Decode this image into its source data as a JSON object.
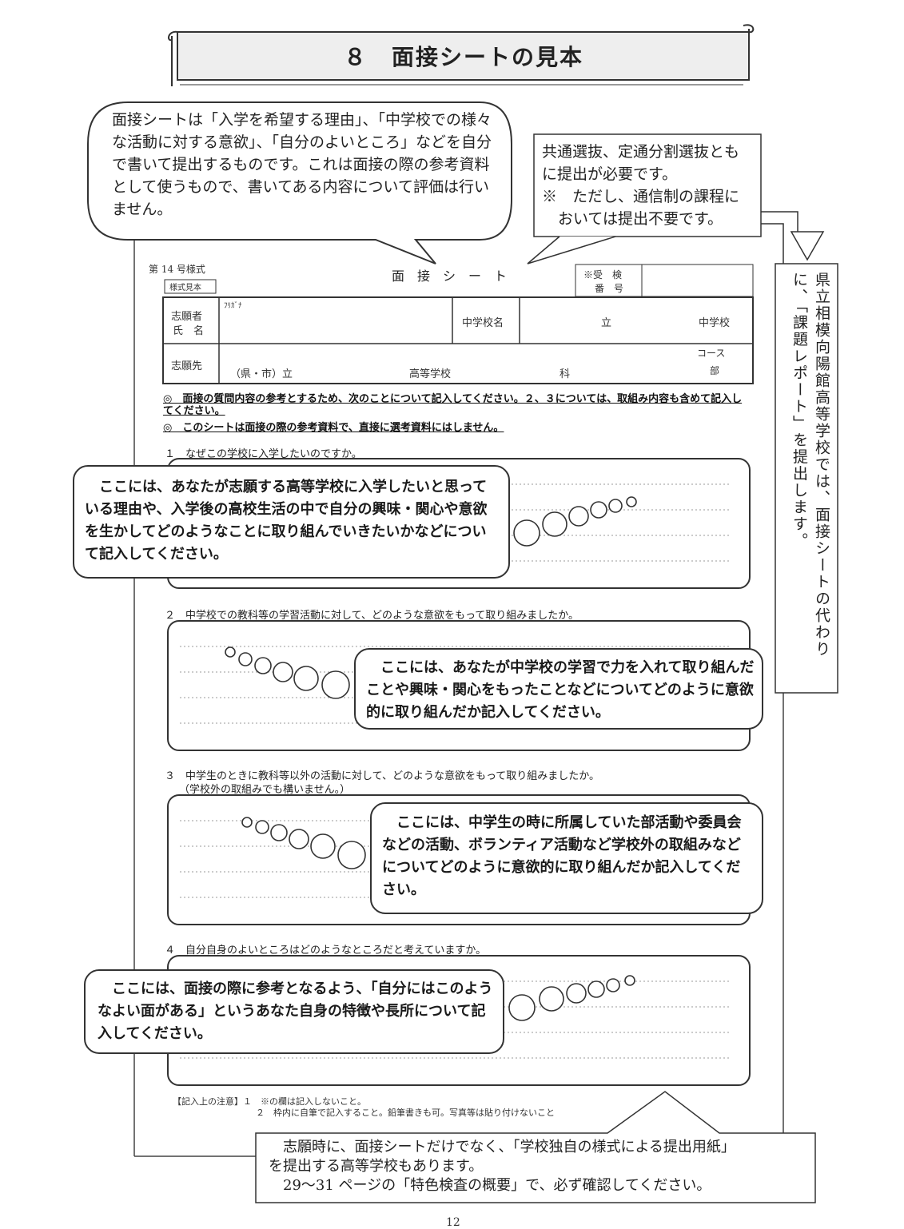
{
  "title": "８　面接シートの見本",
  "intro_bubble": "面接シートは「入学を希望する理由」、「中学校での様々な活動に対する意欲」、「自分のよいところ」などを自分で書いて提出するものです。これは面接の際の参考資料として使うもので、書いてある内容について評価は行いません。",
  "common_box": {
    "line1": "共通選抜、定通分割選抜とも",
    "line2": "に提出が必要です。",
    "line3": "※　ただし、通信制の課程に",
    "line4": "おいては提出不要です。"
  },
  "side_note": "県立相模向陽館高等学校では、面接シートの代わりに、「課題レポート」を提出します。",
  "form": {
    "form_number": "第 14 号様式",
    "sample_label": "様式見本",
    "sheet_title": "面　接　シ　ー　ト",
    "exam_label_1": "※受　検",
    "exam_label_2": "番　号",
    "applicant_label_1": "志願者",
    "applicant_label_2": "氏　名",
    "furigana": "ﾌﾘｶﾞﾅ",
    "school_name_label": "中学校名",
    "ritsu": "立",
    "chugakko": "中学校",
    "destination_label": "志願先",
    "prefecture": "（県・市）立",
    "high_school": "高等学校",
    "ka": "科",
    "course": "コース",
    "bu": "部",
    "note1": "◎　面接の質問内容の参考とするため、次のことについて記入してください。２、３については、取組み内容も含めて記入してください。",
    "note2": "◎　このシートは面接の際の参考資料で、直接に選考資料にはしません。",
    "q1": "１　なぜこの学校に入学したいのですか。",
    "q2": "２　中学校での教科等の学習活動に対して、どのような意欲をもって取り組みましたか。",
    "q3": "３　中学生のときに教科等以外の活動に対して、どのような意欲をもって取り組みましたか。",
    "q3_sub": "（学校外の取組みでも構いません。）",
    "q4": "４　自分自身のよいところはどのようなところだと考えていますか。",
    "footer_label": "【記入上の注意】１　※の欄は記入しないこと。",
    "footer_line2": "２　枠内に自筆で記入すること。鉛筆書きも可。写真等は貼り付けないこと"
  },
  "callouts": {
    "c1": "ここには、あなたが志願する高等学校に入学したいと思っている理由や、入学後の高校生活の中で自分の興味・関心や意欲を生かしてどのようなことに取り組んでいきたいかなどについて記入してください。",
    "c2": "ここには、あなたが中学校の学習で力を入れて取り組んだことや興味・関心をもったことなどについてどのように意欲的に取り組んだか記入してください。",
    "c3": "ここには、中学生の時に所属していた部活動や委員会などの活動、ボランティア活動など学校外の取組みなどについてどのように意欲的に取り組んだか記入してください。",
    "c4": "ここには、面接の際に参考となるよう、「自分にはこのようなよい面がある」というあなた自身の特徴や長所について記入してください。"
  },
  "bottom_box": {
    "line1": "志願時に、面接シートだけでなく、「学校独自の様式による提出用紙」",
    "line2": "を提出する高等学校もあります。",
    "line3": "29～31 ページの「特色検査の概要」で、必ず確認してください。"
  },
  "page_number": "12"
}
